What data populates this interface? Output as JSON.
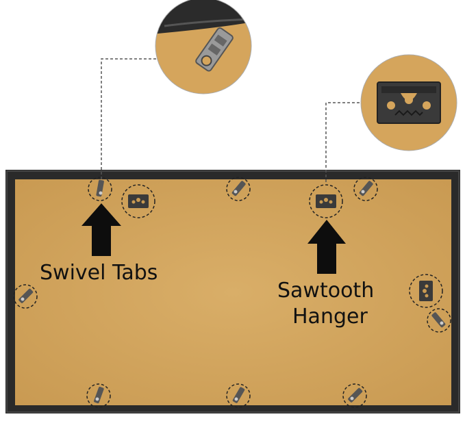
{
  "labels": {
    "swivel_tabs": "Swivel Tabs",
    "sawtooth_line1": "Sawtooth",
    "sawtooth_line2": "Hanger"
  },
  "colors": {
    "frame": "#262626",
    "cork": "#d4a862",
    "cork_dark": "#c29650",
    "hardware": "#3a3a3a",
    "metal": "#8a8a8a",
    "arrow": "#0d0d0d"
  }
}
